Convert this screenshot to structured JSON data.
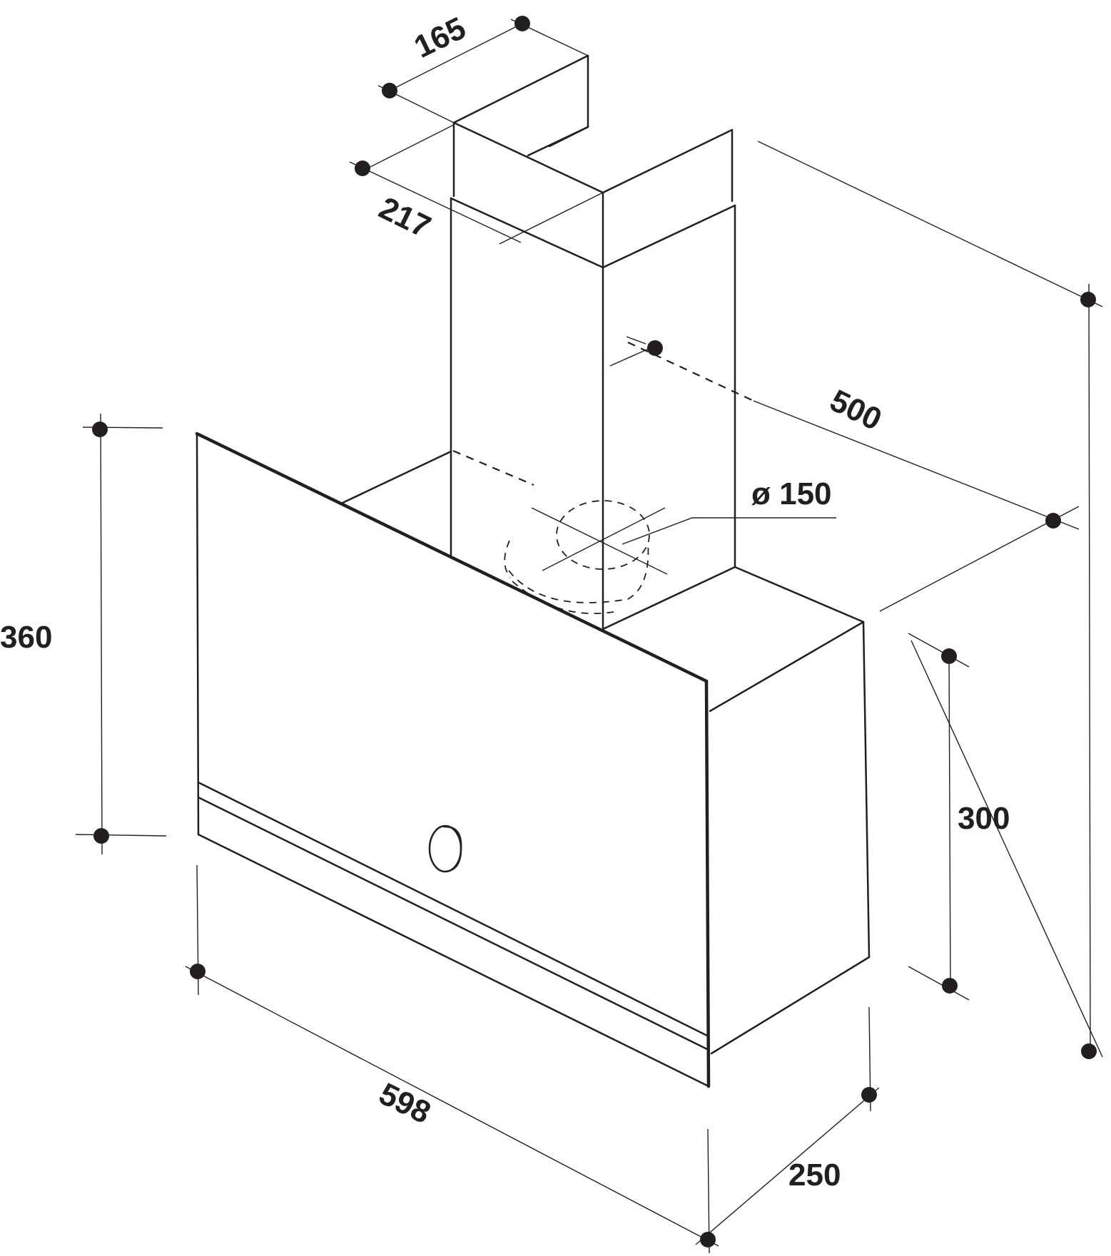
{
  "dimensions": {
    "chimney_width": "165",
    "chimney_depth": "217",
    "total_height_depth": "500",
    "outlet_diameter": "ø 150",
    "glass_height": "360",
    "body_height": "300",
    "width": "598",
    "depth": "250"
  },
  "colors": {
    "line": "#231f20",
    "background": "#ffffff"
  }
}
